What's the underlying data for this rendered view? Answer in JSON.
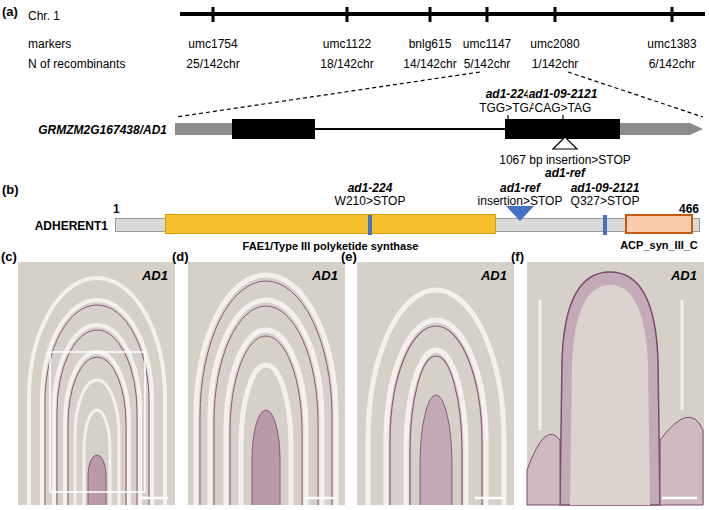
{
  "diagram": {
    "nodes": [
      {
        "text": [
          "GRMZM2G167438/AD1"
        ]
      },
      {
        "text": [
          "ADHERENT1",
          "1",
          "466"
        ]
      },
      {
        "text": [
          "FAE1/Type III polyketide synthase"
        ],
        "in": 1
      },
      {
        "text": [
          "ACP_syn_III_C"
        ],
        "in": 1
      },
      {
        "text": [
          "AD1"
        ]
      },
      {
        "text": [
          "AD1"
        ]
      },
      {
        "text": [
          "AD1"
        ]
      },
      {
        "text": [
          "AD1"
        ]
      }
    ],
    "labels": [
      "(a)",
      "Chr. 1",
      "markers",
      "N of recombinants",
      "umc1754",
      "25/142chr",
      "umc1122",
      "18/142chr",
      "bnlg615",
      "14/142chr",
      "umc1147",
      "5/142chr",
      "umc2080",
      "1/142chr",
      "umc1383",
      "6/142chr",
      "ad1-224",
      "TGG>TGA",
      "ad1-09-2121",
      "CAG>TAG",
      "1067 bp insertion>STOP",
      "ad1-ref",
      "(b)",
      "ad1-224",
      "W210>STOP",
      "ad1-ref",
      "insertion>STOP",
      "ad1-09-2121",
      "Q327>STOP",
      "(c)",
      "(d)",
      "(e)",
      "(f)"
    ]
  }
}
